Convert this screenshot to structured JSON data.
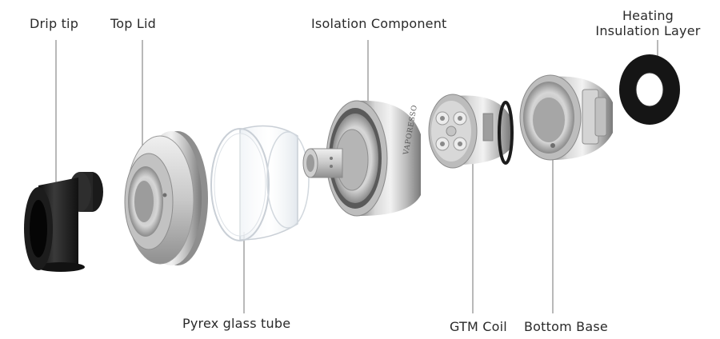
{
  "labels": {
    "drip_tip": "Drip tip",
    "top_lid": "Top Lid",
    "isolation_component": "Isolation Component",
    "heating_insulation_layer_line1": "Heating",
    "heating_insulation_layer_line2": "Insulation Layer",
    "pyrex_glass_tube": "Pyrex glass tube",
    "gtm_coil": "GTM Coil",
    "bottom_base": "Bottom Base"
  },
  "brand_engraving": "VAPORESSO",
  "colors": {
    "text": "#2a2a2a",
    "leader_line": "#8a8a8a",
    "metal_light": "#e6e6e6",
    "metal_mid": "#b9b9b9",
    "metal_dark": "#7d7d7d",
    "drip_tip": "#1c1c1c",
    "washer": "#151515",
    "glass_edge": "#c9cfd6"
  }
}
